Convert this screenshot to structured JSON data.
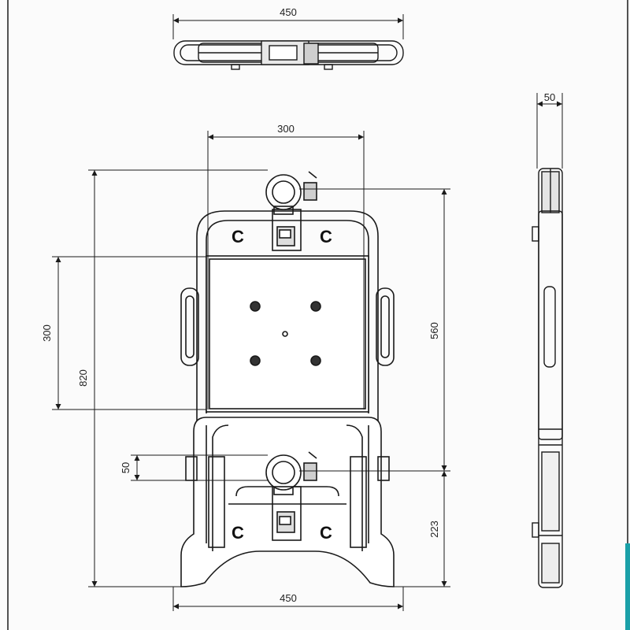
{
  "dimensions": {
    "top_width": "450",
    "plate_width": "300",
    "side_depth": "50",
    "plate_height": "300",
    "overall_height": "820",
    "clamp_spacing": "560",
    "clamp_offset": "50",
    "lower_clamp_height": "223",
    "bottom_width": "450"
  },
  "marks": {
    "upper_left": "C",
    "upper_right": "C",
    "lower_left": "C",
    "lower_right": "C"
  },
  "colors": {
    "line": "#1a1a1a",
    "paper": "#fbfbfb",
    "accent_edge": "#1aa0a8"
  }
}
